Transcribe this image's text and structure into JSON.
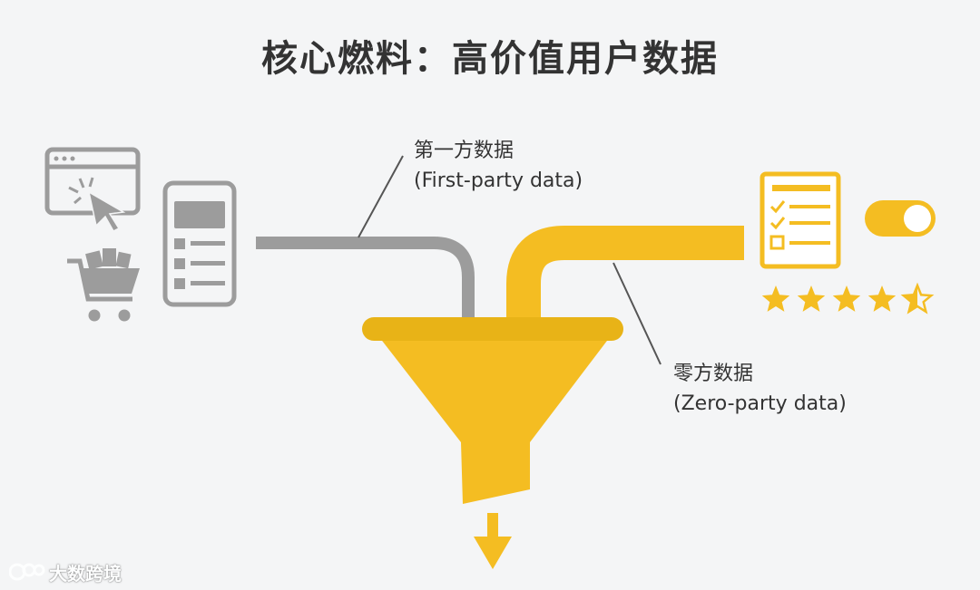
{
  "title": "核心燃料：高价值用户数据",
  "first_party": {
    "zh": "第一方数据",
    "en": "(First-party data)"
  },
  "zero_party": {
    "zh": "零方数据",
    "en": "(Zero-party data)"
  },
  "watermark": {
    "text": "大数跨境"
  },
  "colors": {
    "background": "#f4f5f6",
    "gray": "#9c9c9c",
    "yellow": "#f4bd22",
    "yellow_dark": "#e2a812",
    "text": "#333333"
  },
  "icons": {
    "first_party_sources": [
      "browser-click-icon",
      "shopping-cart-icon",
      "mobile-app-icon"
    ],
    "zero_party_sources": [
      "survey-checklist-icon",
      "toggle-switch-icon",
      "star-rating-icon"
    ]
  },
  "rating": {
    "stars": 4.5,
    "max": 5
  }
}
